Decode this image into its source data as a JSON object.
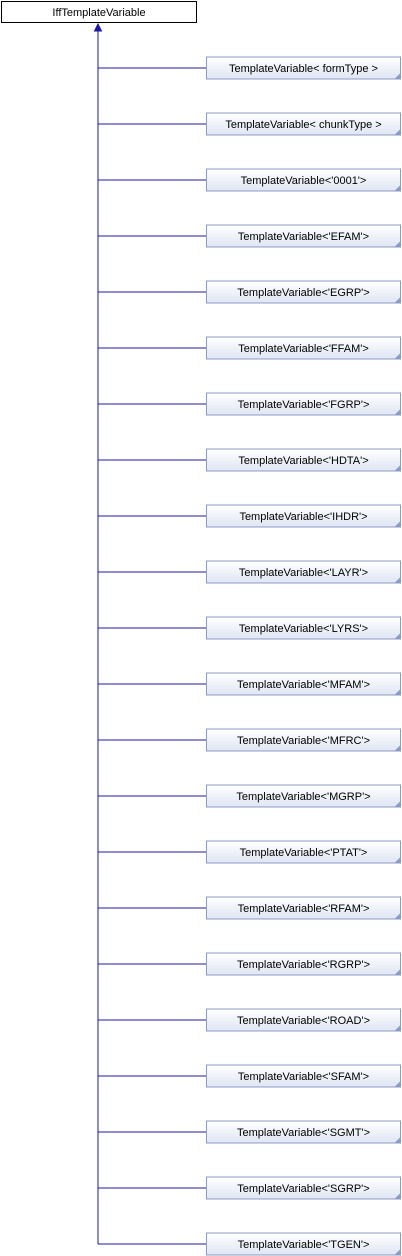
{
  "base_class": "IffTemplateVariable",
  "derived_classes": [
    "TemplateVariable< formType >",
    "TemplateVariable< chunkType >",
    "TemplateVariable<'0001'>",
    "TemplateVariable<'EFAM'>",
    "TemplateVariable<'EGRP'>",
    "TemplateVariable<'FFAM'>",
    "TemplateVariable<'FGRP'>",
    "TemplateVariable<'HDTA'>",
    "TemplateVariable<'IHDR'>",
    "TemplateVariable<'LAYR'>",
    "TemplateVariable<'LYRS'>",
    "TemplateVariable<'MFAM'>",
    "TemplateVariable<'MFRC'>",
    "TemplateVariable<'MGRP'>",
    "TemplateVariable<'PTAT'>",
    "TemplateVariable<'RFAM'>",
    "TemplateVariable<'RGRP'>",
    "TemplateVariable<'ROAD'>",
    "TemplateVariable<'SFAM'>",
    "TemplateVariable<'SGMT'>",
    "TemplateVariable<'SGRP'>",
    "TemplateVariable<'TGEN'>"
  ],
  "colors": {
    "edge": "#1a1aa6",
    "base_border": "#000000",
    "derived_border": "#8c9bc4",
    "derived_fill_top": "#ffffff",
    "derived_fill_bottom": "#dfe5f3"
  }
}
